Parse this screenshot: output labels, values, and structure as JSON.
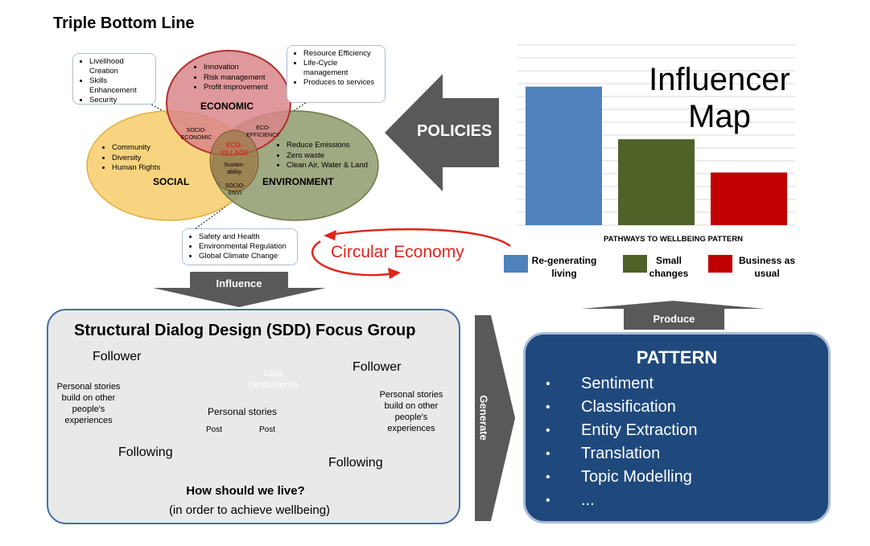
{
  "title": "Triple Bottom Line",
  "venn": {
    "economic": {
      "label": "ECONOMIC",
      "items": [
        "Innovation",
        "Risk management",
        "Profit improvement"
      ],
      "color": "#d9868a"
    },
    "social": {
      "label": "SOCIAL",
      "items": [
        "Community",
        "Diversity",
        "Human Rights"
      ],
      "color": "#f7c655"
    },
    "environment": {
      "label": "ENVIRONMENT",
      "items": [
        "Reduce Emissions",
        "Zero waste",
        "Clean Air, Water & Land"
      ],
      "color": "#8e9a6c"
    },
    "socio_economic": "SOCIO-\nECONOMIC",
    "eco_efficiency": "ECO-\nEFFICIENCY",
    "socio_envi": "SOCIO-\nENVI",
    "eco_village": "ECO-\nVILLAGE",
    "sustainability": "Sustain-\nability"
  },
  "callouts": {
    "socio_economic": [
      "Livelihood Creation",
      "Skills Enhancement",
      "Security"
    ],
    "eco_efficiency": [
      "Resource Efficiency",
      "Life-Cycle management",
      "Produces to services"
    ],
    "socio_envi": [
      "Safety and Health",
      "Environmental Regulation",
      "Global Climate Change"
    ]
  },
  "policies_label": "POLICIES",
  "influencer_map": {
    "title": "Influencer Map",
    "xlabel": "PATHWAYS TO WELLBEING PATTERN"
  },
  "chart_data": {
    "type": "bar",
    "categories": [
      "Re-generating living",
      "Small changes",
      "Business as usual"
    ],
    "values": [
      100,
      62,
      38
    ],
    "colors": [
      "#4f81bd",
      "#4f6228",
      "#c00000"
    ],
    "grid": true,
    "legend": "bottom"
  },
  "circular_economy": "Circular Economy",
  "arrows": {
    "influence": "Influence",
    "generate": "Generate",
    "produce": "Produce"
  },
  "sdd": {
    "title": "Structural Dialog Design (SDD) Focus Group",
    "follower_left": "Follower",
    "follower_right": "Follower",
    "following_left": "Following",
    "following_right": "Following",
    "stories_left": "Personal stories build on other people's experiences",
    "stories_right": "Personal stories build on other people's experiences",
    "chat": "Chat (written/oral)",
    "personal_stories": "Personal stories",
    "post1": "Post",
    "post2": "Post",
    "question": "How should we live?",
    "subquestion": "(in order to achieve wellbeing)"
  },
  "pattern": {
    "title": "PATTERN",
    "items": [
      "Sentiment",
      "Classification",
      "Entity Extraction",
      "Translation",
      "Topic Modelling",
      "..."
    ]
  }
}
